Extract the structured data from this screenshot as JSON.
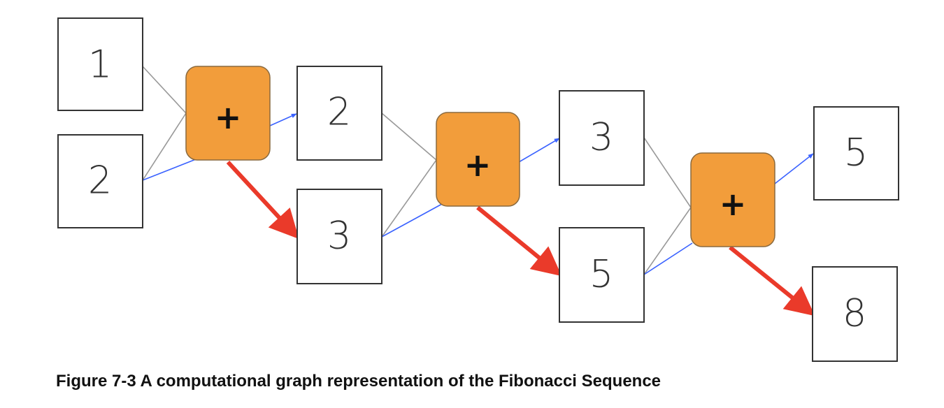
{
  "diagram": {
    "caption": "Figure 7-3 A computational graph representation of the Fibonacci Sequence",
    "operator_symbol": "+",
    "colors": {
      "operator_fill": "#f29d3b",
      "grey_edge": "#999999",
      "blue_edge": "#3a62ff",
      "red_edge": "#ea3a2a"
    },
    "nodes": [
      {
        "id": "n1",
        "value": "1"
      },
      {
        "id": "n2",
        "value": "2"
      },
      {
        "id": "n3",
        "value": "2"
      },
      {
        "id": "n4",
        "value": "3"
      },
      {
        "id": "n5",
        "value": "3"
      },
      {
        "id": "n6",
        "value": "5"
      },
      {
        "id": "n7",
        "value": "5"
      },
      {
        "id": "n8",
        "value": "8"
      }
    ],
    "operators": [
      {
        "id": "op1",
        "inputs": [
          "n1",
          "n2"
        ],
        "outputs": [
          "n3",
          "n4"
        ]
      },
      {
        "id": "op2",
        "inputs": [
          "n3",
          "n4"
        ],
        "outputs": [
          "n5",
          "n6"
        ]
      },
      {
        "id": "op3",
        "inputs": [
          "n5",
          "n6"
        ],
        "outputs": [
          "n7",
          "n8"
        ]
      }
    ]
  }
}
